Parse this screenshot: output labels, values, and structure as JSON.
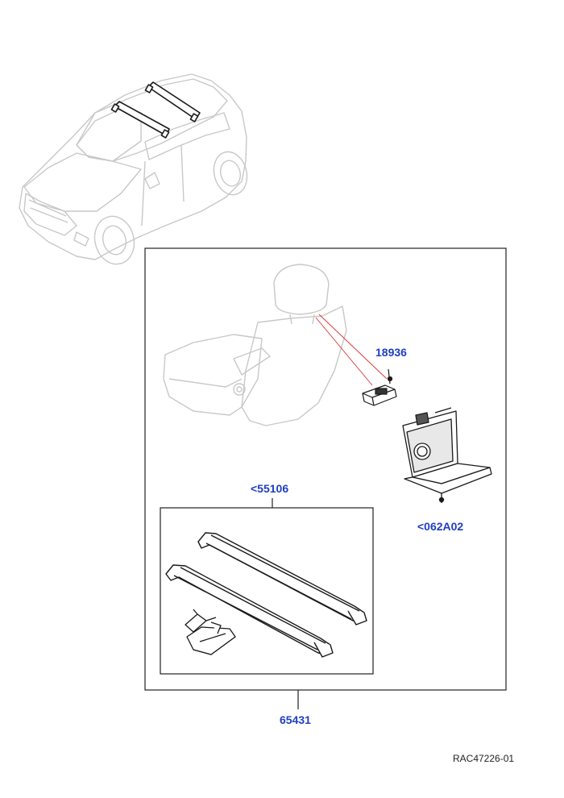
{
  "callouts": {
    "part_18936": "18936",
    "part_55106": "<55106",
    "part_062A02": "<062A02",
    "part_65431": "65431"
  },
  "reference": "RAC47226-01",
  "colors": {
    "callout": "#1f3fbf",
    "leader_red": "#e03030",
    "phantom_line": "#c8c8c8",
    "part_line": "#1a1a1a",
    "frame": "#222222"
  },
  "icons": {
    "vehicle": "vehicle-outline-icon",
    "seat": "seat-outline-icon",
    "roof_bar": "roof-bar-icon",
    "bracket": "seat-bracket-icon",
    "connector": "connector-module-icon",
    "clamp": "clamp-foot-icon"
  }
}
